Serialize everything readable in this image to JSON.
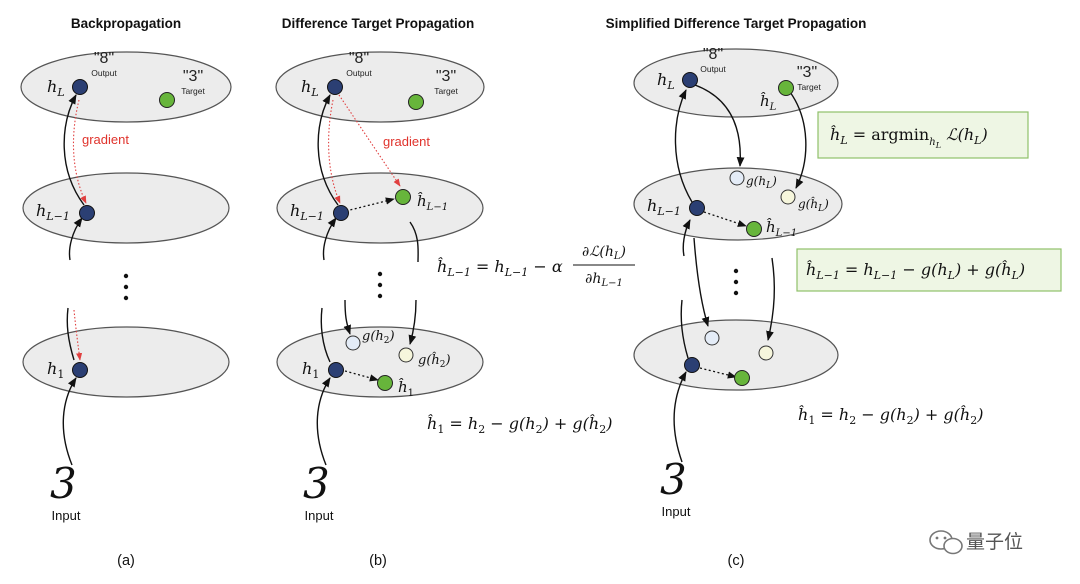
{
  "panels": {
    "a": {
      "title": "Backpropagation",
      "caption": "(a)"
    },
    "b": {
      "title": "Difference Target Propagation",
      "caption": "(b)"
    },
    "c": {
      "title": "Simplified Difference Target Propagation",
      "caption": "(c)"
    }
  },
  "labels": {
    "output_quote": "\"8\"",
    "output_word": "Output",
    "target_quote": "\"3\"",
    "target_word": "Target",
    "gradient": "gradient",
    "input_digit": "3",
    "input_word": "Input"
  },
  "nodes": {
    "h_L": "hL",
    "h_L_minus_1": "hL−1",
    "h_1": "h1",
    "hat_h_L": "ĥL",
    "hat_h_L_minus_1": "ĥL−1",
    "hat_h_1": "ĥ1",
    "g_h2": "g(h2)",
    "g_hat_h2": "g(ĥ2)",
    "g_hL": "g(hL)",
    "g_hat_hL": "g(ĥL)"
  },
  "equations": {
    "b_hidden_update": "ĥL−1 = hL−1 − α ∂ℒ(hL) / ∂hL−1",
    "b_first_layer": "ĥ1 = h2 − g(h2) + g(ĥ2)",
    "c_target": "ĥL = argmin_hL ℒ(hL)",
    "c_hidden_update": "ĥL−1 = hL−1 − g(hL) + g(ĥL)",
    "c_first_layer": "ĥ1 = h2 − g(h2) + g(ĥ2)"
  },
  "watermark": "量子位",
  "colors": {
    "activation_node": "#2b3f73",
    "target_node": "#67b53b",
    "gradient": "#e0332c",
    "layer_fill": "#ececec",
    "equation_box_fill": "#eef6e4",
    "equation_box_border": "#8fc06a"
  }
}
